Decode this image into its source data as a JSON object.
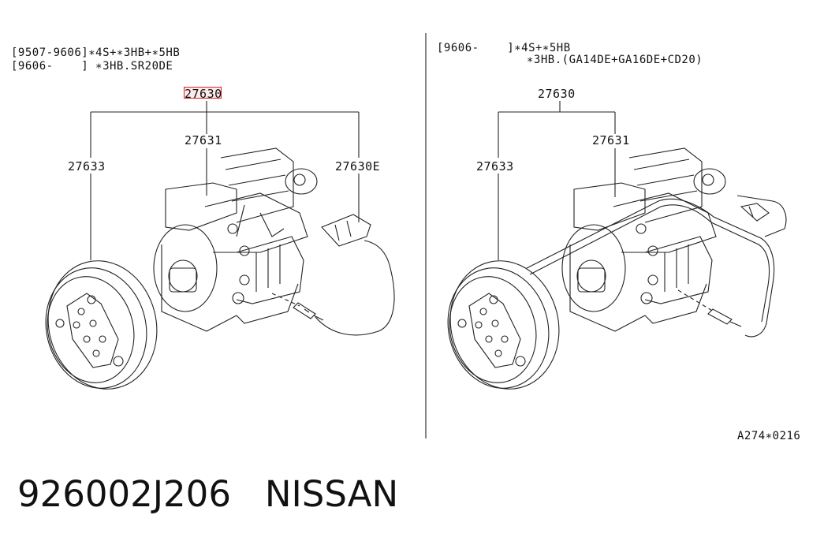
{
  "left_panel": {
    "header_line1": "[9507-9606]∗4S+∗3HB+∗5HB",
    "header_line2": "[9606-    ] ∗3HB.SR20DE",
    "labels": {
      "assembly": "27630",
      "compressor": "27631",
      "clutch": "27633",
      "switch": "27630E"
    }
  },
  "right_panel": {
    "header_line1": "[9606-    ]∗4S+∗5HB",
    "header_line2": "∗3HB.(GA14DE+GA16DE+CD20)",
    "labels": {
      "assembly": "27630",
      "compressor": "27631",
      "clutch": "27633"
    }
  },
  "diagram_code": "A274∗0216",
  "highlight": {
    "part": "27630",
    "color": "#e02020"
  },
  "footer": {
    "part_number": "926002J206",
    "brand": "NISSAN"
  }
}
